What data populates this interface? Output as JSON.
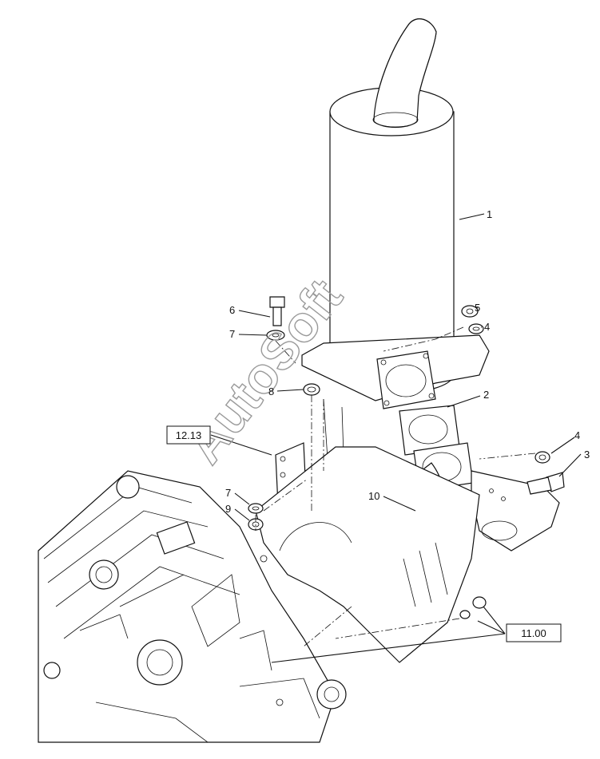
{
  "watermark": "AutoSoft",
  "callouts": [
    {
      "id": "c1",
      "label": "1"
    },
    {
      "id": "c2",
      "label": "2"
    },
    {
      "id": "c3",
      "label": "3"
    },
    {
      "id": "c4a",
      "label": "4"
    },
    {
      "id": "c4b",
      "label": "4"
    },
    {
      "id": "c5",
      "label": "5"
    },
    {
      "id": "c6",
      "label": "6"
    },
    {
      "id": "c7a",
      "label": "7"
    },
    {
      "id": "c7b",
      "label": "7"
    },
    {
      "id": "c8",
      "label": "8"
    },
    {
      "id": "c9",
      "label": "9"
    },
    {
      "id": "c10",
      "label": "10"
    }
  ],
  "references": [
    {
      "id": "ref1213",
      "label": "12.13"
    },
    {
      "id": "ref1100",
      "label": "11.00"
    }
  ]
}
